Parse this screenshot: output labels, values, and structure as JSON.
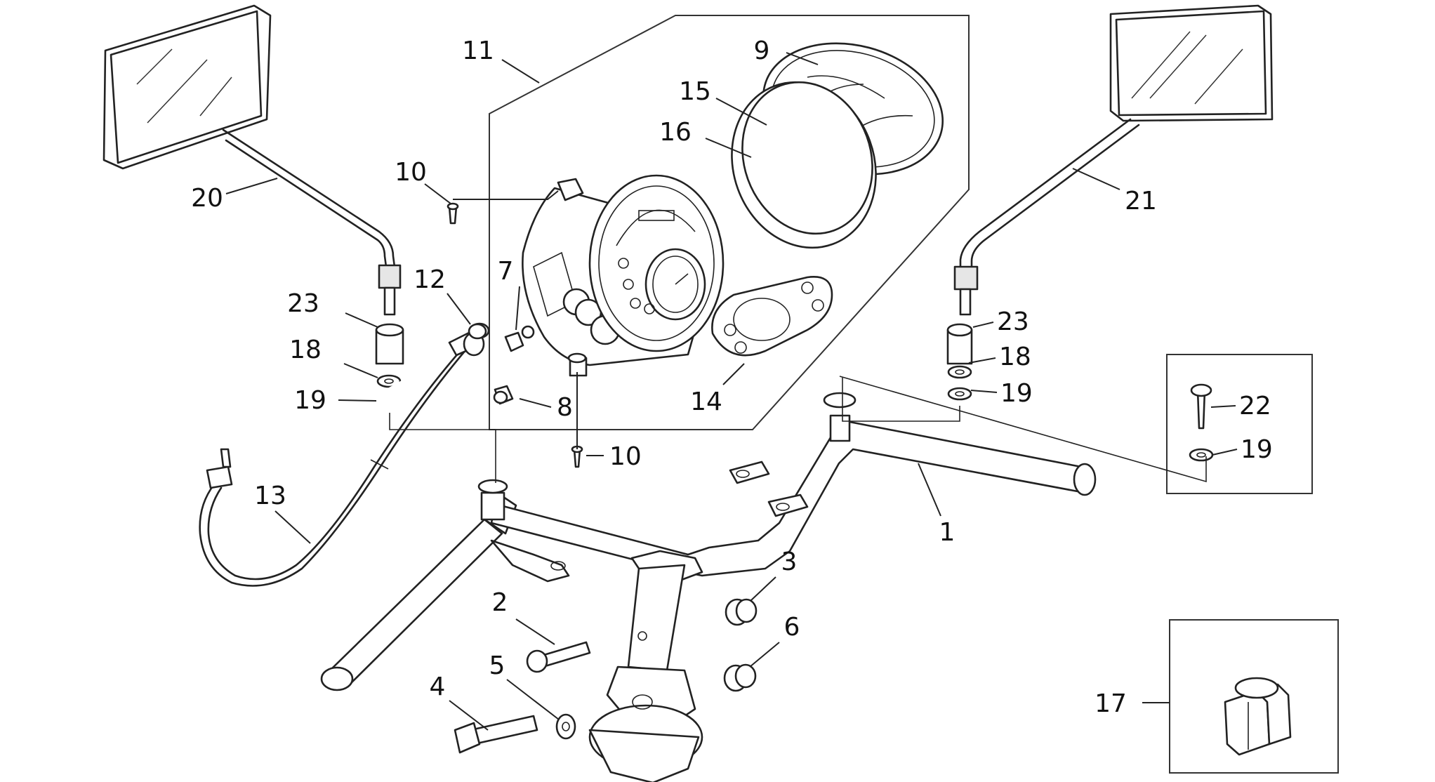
{
  "callouts": [
    "1",
    "2",
    "3",
    "4",
    "5",
    "6",
    "7",
    "8",
    "9",
    "10",
    "10",
    "11",
    "12",
    "13",
    "14",
    "15",
    "16",
    "17",
    "18",
    "18",
    "19",
    "19",
    "19",
    "20",
    "21",
    "22",
    "23",
    "23"
  ]
}
